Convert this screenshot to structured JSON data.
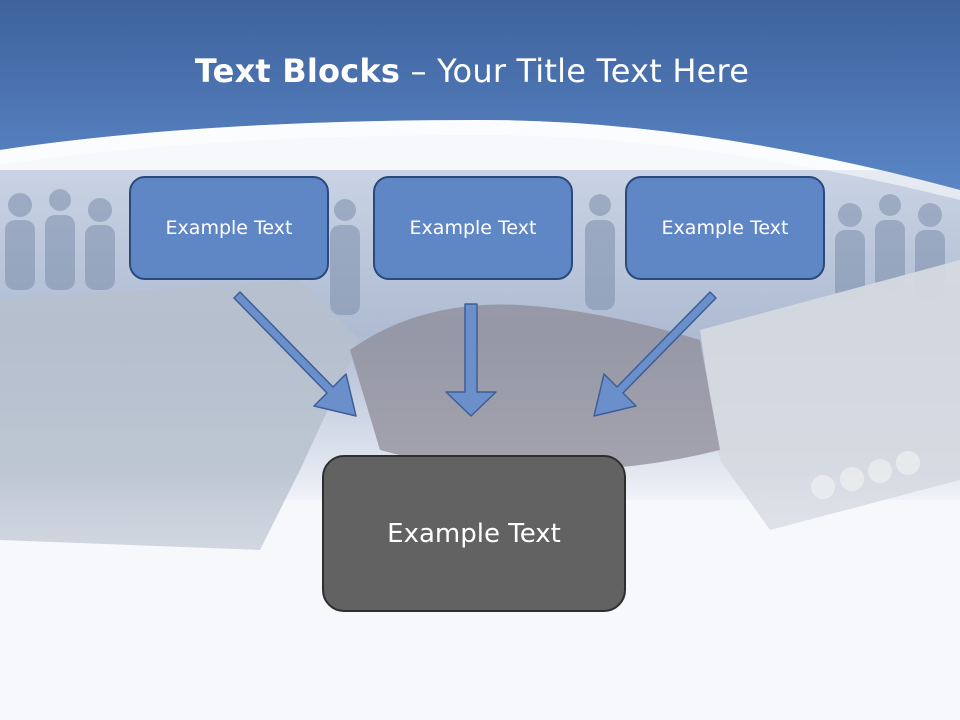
{
  "slide": {
    "title_bold": "Text Blocks",
    "title_sep": " – ",
    "title_rest": "Your Title Text Here",
    "boxes": [
      {
        "label": "Example Text"
      },
      {
        "label": "Example Text"
      },
      {
        "label": "Example Text"
      }
    ],
    "result": {
      "label": "Example Text"
    }
  },
  "colors": {
    "header": "#4a73b3",
    "box_fill": "#5f87c6",
    "box_border": "#2b4a7c",
    "result_fill": "#626262",
    "arrow": "#6a8fcb"
  }
}
